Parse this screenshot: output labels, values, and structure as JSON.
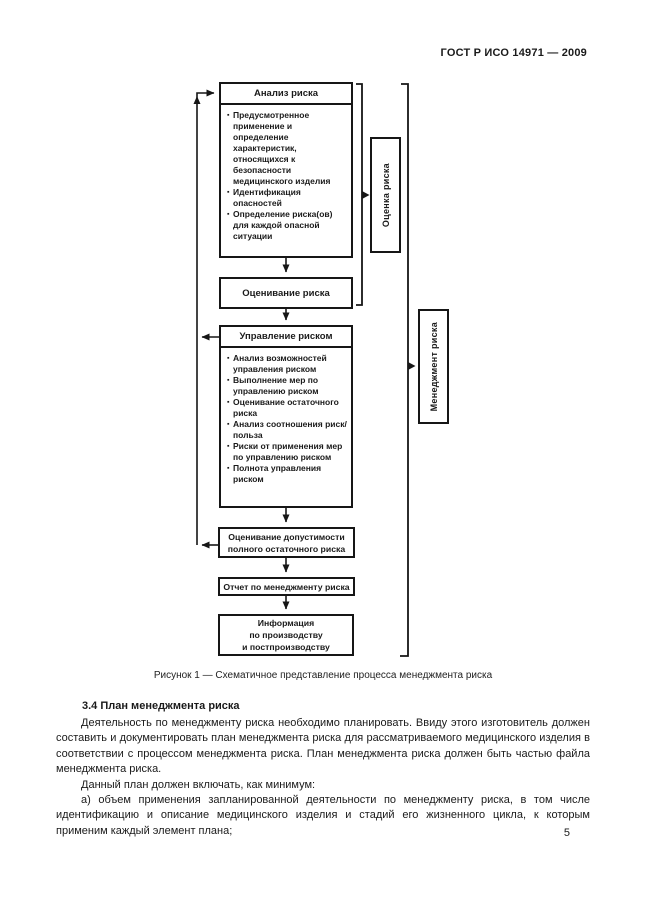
{
  "page": {
    "header_title": "ГОСТ Р ИСО 14971 — 2009",
    "page_number": "5"
  },
  "figure": {
    "bullet_char": "▪",
    "caption": "Рисунок 1 — Схематичное представление процесса менеджмента риска",
    "risk_analysis": {
      "title": "Анализ риска",
      "items": [
        "Предусмотренное применение и определение характеристик, относящихся к безопасности медицинского изделия",
        "Идентификация опасностей",
        "Определение риска(ов) для каждой опасной ситуации"
      ]
    },
    "risk_evaluation": {
      "title": "Оценивание риска"
    },
    "risk_control": {
      "title": "Управление риском",
      "items": [
        "Анализ возможностей управления риском",
        "Выполнение мер по управлению риском",
        "Оценивание остаточного риска",
        "Анализ соотношения риск/польза",
        "Риски от применения мер по управлению риском",
        "Полнота управления риском"
      ]
    },
    "overall_residual_risk": {
      "title": "Оценивание допустимости\nполного остаточного риска"
    },
    "report": {
      "title": "Отчет по менеджменту риска"
    },
    "production_info": {
      "title": "Информация\nпо производству\nи постпроизводству"
    },
    "risk_assessment_label": "Оценка риска",
    "risk_management_label": "Менеджмент риска"
  },
  "section": {
    "heading": "3.4 План менеджмента риска",
    "paragraphs": [
      "Деятельность по менеджменту риска необходимо планировать. Ввиду этого изготовитель должен составить и документировать план менеджмента риска для рассматриваемого медицинского изделия в соответствии с процессом менеджмента риска. План менеджмента риска должен быть частью файла менеджмента риска.",
      "Данный план должен включать, как минимум:",
      "а) объем применения запланированной деятельности по менеджменту риска, в том числе идентификацию и описание медицинского изделия и стадий его жизненного цикла, к которым применим каждый элемент плана;"
    ]
  }
}
